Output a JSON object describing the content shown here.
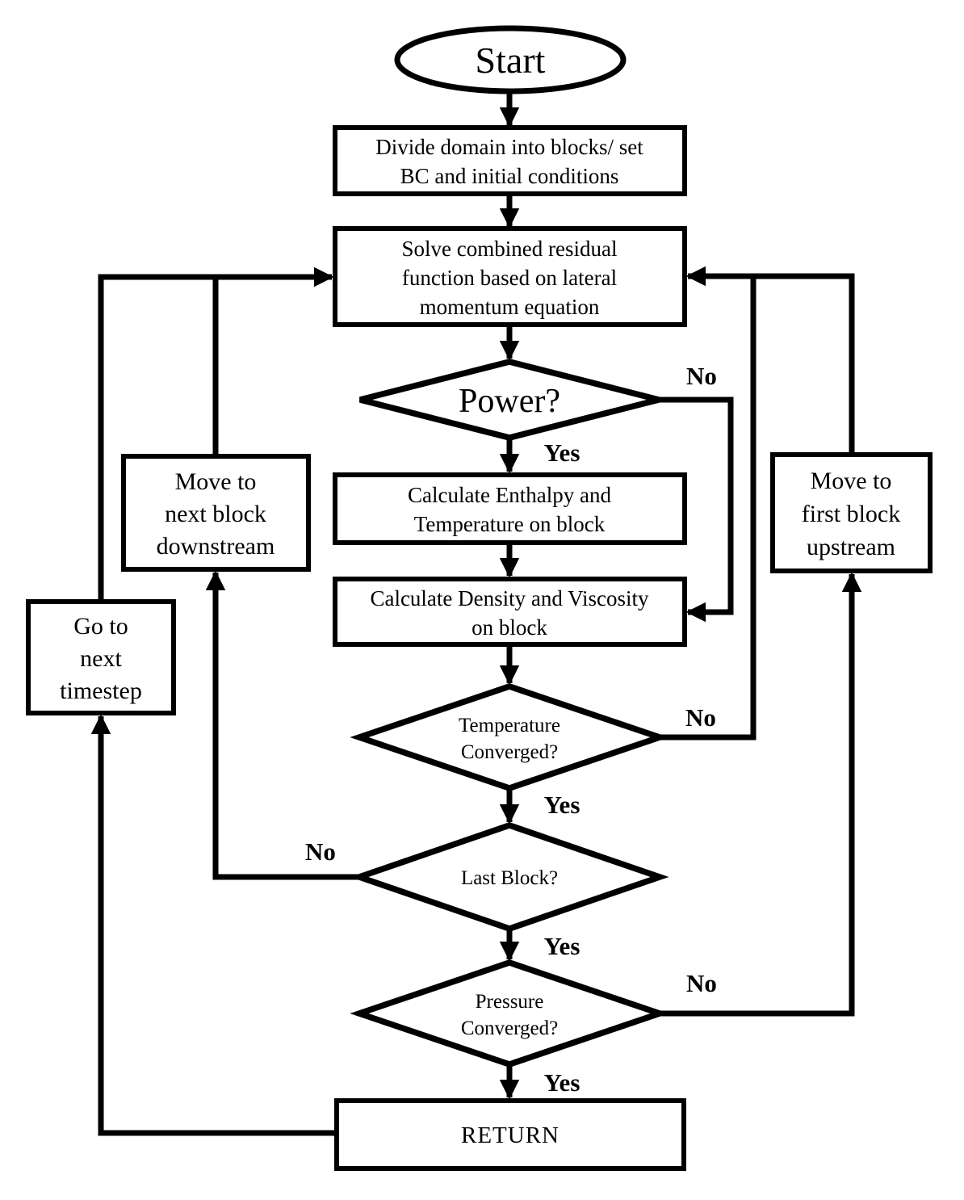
{
  "diagram": {
    "kind": "flowchart",
    "background": "#ffffff",
    "stroke_color": "#000000"
  },
  "nodes": {
    "start": {
      "type": "terminator",
      "label": "Start"
    },
    "divide": {
      "type": "process",
      "line1": "Divide domain into blocks/ set",
      "line2": "BC and initial conditions"
    },
    "solve": {
      "type": "process",
      "line1": "Solve combined residual",
      "line2": "function based on lateral",
      "line3": "momentum equation"
    },
    "power": {
      "type": "decision",
      "label": "Power?"
    },
    "enthalpy": {
      "type": "process",
      "line1": "Calculate Enthalpy and",
      "line2": "Temperature on block"
    },
    "density": {
      "type": "process",
      "line1": "Calculate Density and Viscosity",
      "line2": "on block"
    },
    "temp_converged": {
      "type": "decision",
      "line1": "Temperature",
      "line2": "Converged?"
    },
    "last_block": {
      "type": "decision",
      "label": "Last Block?"
    },
    "pressure_converged": {
      "type": "decision",
      "line1": "Pressure",
      "line2": "Converged?"
    },
    "return_node": {
      "type": "process",
      "label": "RETURN"
    },
    "move_downstream": {
      "type": "process",
      "line1": "Move to",
      "line2": "next block",
      "line3": "downstream"
    },
    "go_timestep": {
      "type": "process",
      "line1": "Go to",
      "line2": "next",
      "line3": "timestep"
    },
    "move_upstream": {
      "type": "process",
      "line1": "Move to",
      "line2": "first block",
      "line3": "upstream"
    }
  },
  "edge_labels": {
    "power_no": "No",
    "power_yes": "Yes",
    "temp_no": "No",
    "temp_yes": "Yes",
    "last_no": "No",
    "last_yes": "Yes",
    "pressure_no": "No",
    "pressure_yes": "Yes"
  }
}
